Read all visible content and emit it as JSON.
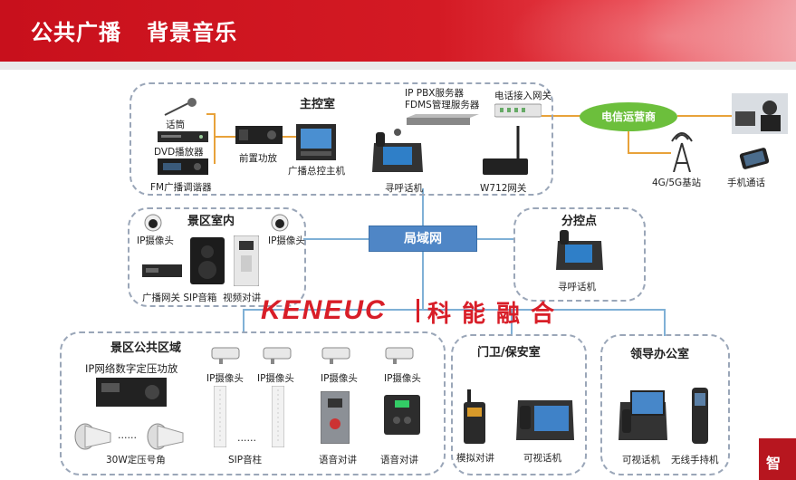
{
  "header": {
    "title": "公共广播   背景音乐"
  },
  "zones": {
    "main": "主控室",
    "indoor": "景区室内",
    "branch": "分控点",
    "public": "景区公共区域",
    "guard": "门卫/保安室",
    "office": "领导办公室"
  },
  "hub": {
    "lan": "局域网",
    "telecom": "电信运营商"
  },
  "main_room": {
    "mic": "话筒",
    "dvd": "DVD播放器",
    "fm": "FM广播调谐器",
    "preamp": "前置功放",
    "host": "广播总控主机",
    "server": "IP PBX服务器\nFDMS管理服务器",
    "gateway": "电话接入网关",
    "pager": "寻呼话机",
    "w712": "W712网关"
  },
  "external": {
    "station": "4G/5G基站",
    "phone": "手机通话"
  },
  "indoor_room": {
    "cam1": "IP摄像头",
    "cam2": "IP摄像头",
    "devices": "广播网关 SIP音箱  视频对讲"
  },
  "branch_room": {
    "pager": "寻呼话机"
  },
  "public_area": {
    "amp": "IP网络数字定压功放",
    "cam1": "IP摄像头",
    "cam2": "IP摄像头",
    "cam3": "IP摄像头",
    "cam4": "IP摄像头",
    "horn": "30W定压号角",
    "column": "SIP音柱",
    "talk1": "语音对讲",
    "talk2": "语音对讲",
    "dots1": "……",
    "dots2": "……"
  },
  "guard_room": {
    "radio": "模拟对讲",
    "video": "可视话机"
  },
  "office_room": {
    "video": "可视话机",
    "wireless": "无线手持机"
  },
  "logo": {
    "en": "KENEUC",
    "cn": "科能融合"
  },
  "corner": {
    "text": "智"
  }
}
